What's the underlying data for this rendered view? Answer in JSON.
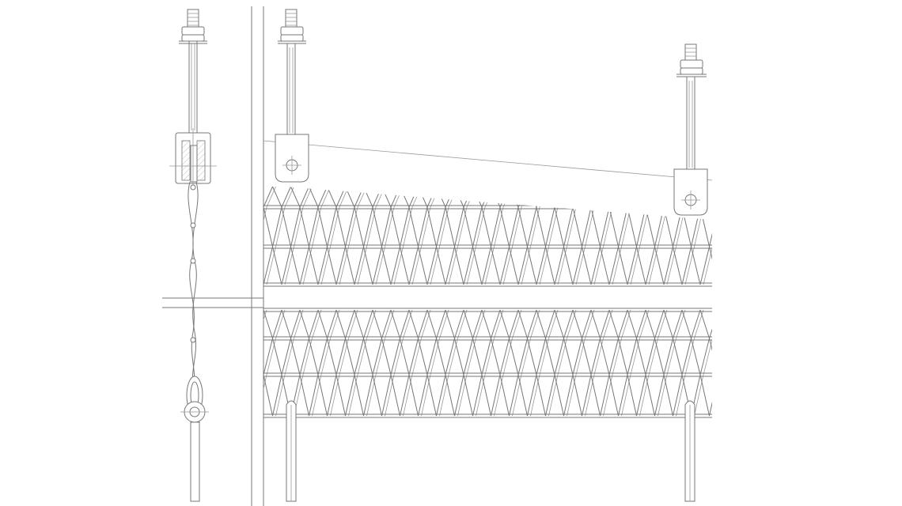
{
  "drawing": {
    "views": [
      "side-section",
      "front-elevation"
    ],
    "colors": {
      "line": "#777777",
      "thin": "#999999",
      "background": "#ffffff"
    },
    "mesh": {
      "rows": 2,
      "spirals_per_row": 3
    },
    "suspension_rods": 3,
    "bottom_posts": 2
  }
}
